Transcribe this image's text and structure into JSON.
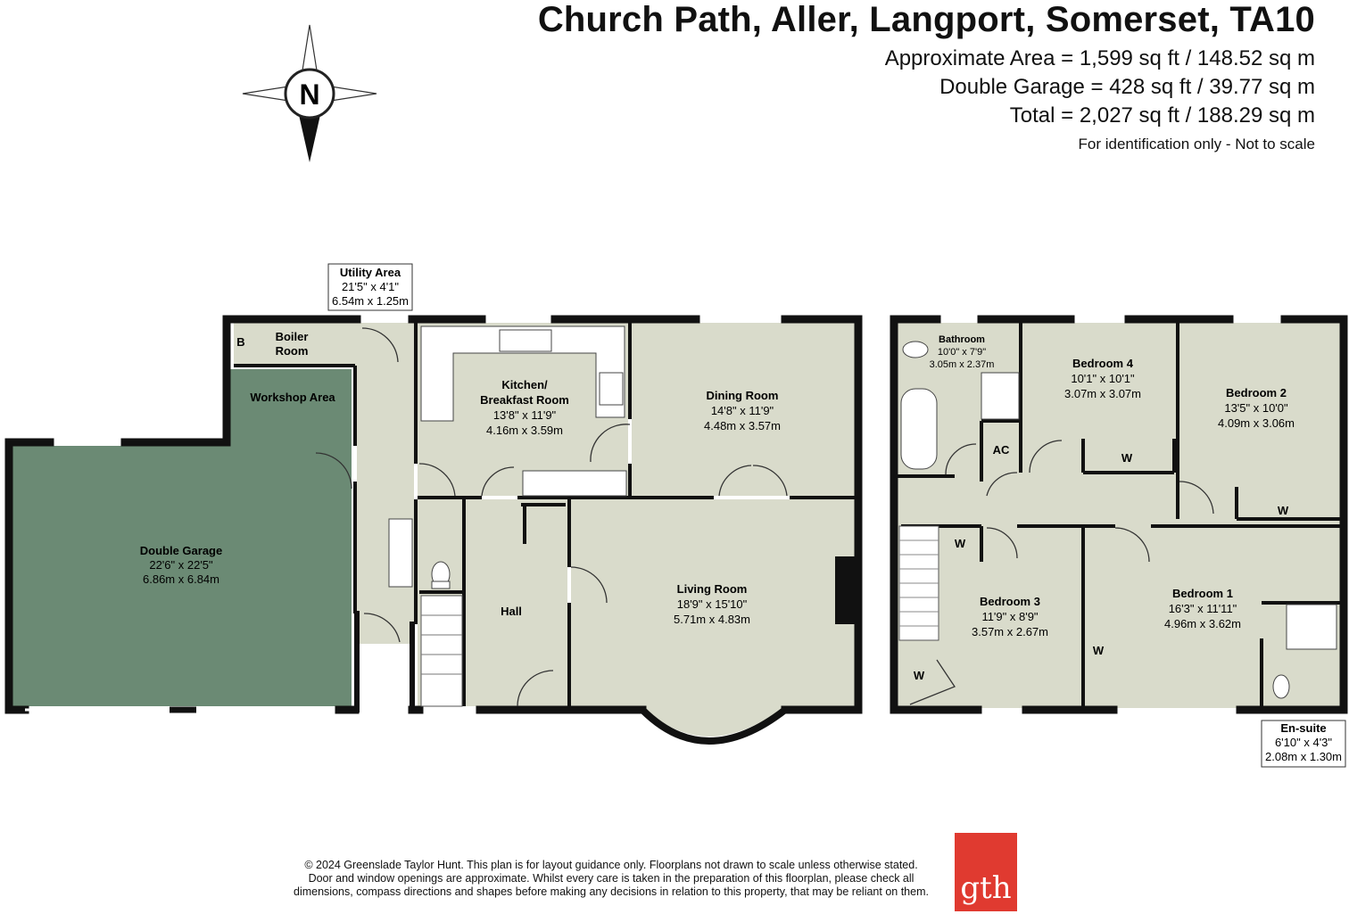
{
  "header": {
    "title": "Church Path, Aller, Langport, Somerset, TA10",
    "approx_area": "Approximate Area = 1,599 sq ft / 148.52 sq m",
    "garage_area": "Double Garage = 428 sq ft / 39.77 sq m",
    "total_area": "Total = 2,027 sq ft / 188.29 sq m",
    "note": "For identification only - Not to scale"
  },
  "compass": {
    "label": "N"
  },
  "rooms": {
    "utility": {
      "name": "Utility Area",
      "imperial": "21'5\" x 4'1\"",
      "metric": "6.54m x 1.25m"
    },
    "boiler": {
      "name_line1": "Boiler",
      "name_line2": "Room",
      "marker": "B"
    },
    "workshop": {
      "name": "Workshop Area"
    },
    "garage": {
      "name": "Double Garage",
      "imperial": "22'6\" x 22'5\"",
      "metric": "6.86m x 6.84m"
    },
    "kitchen": {
      "name_line1": "Kitchen/",
      "name_line2": "Breakfast Room",
      "imperial": "13'8\" x 11'9\"",
      "metric": "4.16m x 3.59m"
    },
    "dining": {
      "name": "Dining Room",
      "imperial": "14'8\" x 11'9\"",
      "metric": "4.48m x 3.57m"
    },
    "living": {
      "name": "Living Room",
      "imperial": "18'9\" x 15'10\"",
      "metric": "5.71m x 4.83m"
    },
    "hall": {
      "name": "Hall"
    },
    "bathroom": {
      "name": "Bathroom",
      "imperial": "10'0\" x 7'9\"",
      "metric": "3.05m x 2.37m"
    },
    "bedroom4": {
      "name": "Bedroom 4",
      "imperial": "10'1\" x 10'1\"",
      "metric": "3.07m x 3.07m"
    },
    "bedroom2": {
      "name": "Bedroom 2",
      "imperial": "13'5\" x 10'0\"",
      "metric": "4.09m x 3.06m"
    },
    "bedroom3": {
      "name": "Bedroom 3",
      "imperial": "11'9\" x 8'9\"",
      "metric": "3.57m x 2.67m"
    },
    "bedroom1": {
      "name": "Bedroom 1",
      "imperial": "16'3\" x 11'11\"",
      "metric": "4.96m x 3.62m"
    },
    "ensuite": {
      "name": "En-suite",
      "imperial": "6'10\" x 4'3\"",
      "metric": "2.08m x 1.30m"
    },
    "airing_cupboard": {
      "label": "AC"
    },
    "wardrobe": {
      "label": "W"
    }
  },
  "footer": {
    "line1": "© 2024 Greenslade Taylor Hunt. This plan is for layout guidance only. Floorplans not drawn to scale unless otherwise stated.",
    "line2": "Door and window openings are approximate. Whilst every care is taken in the preparation of this floorplan, please check all",
    "line3": "dimensions, compass directions and shapes before making any decisions in relation to this property, that may be reliant on them.",
    "logo_text": "gth"
  },
  "colors": {
    "room_fill": "#d9dbcb",
    "garage_fill": "#6b8a74",
    "wall": "#111111",
    "logo": "#e03a30"
  }
}
